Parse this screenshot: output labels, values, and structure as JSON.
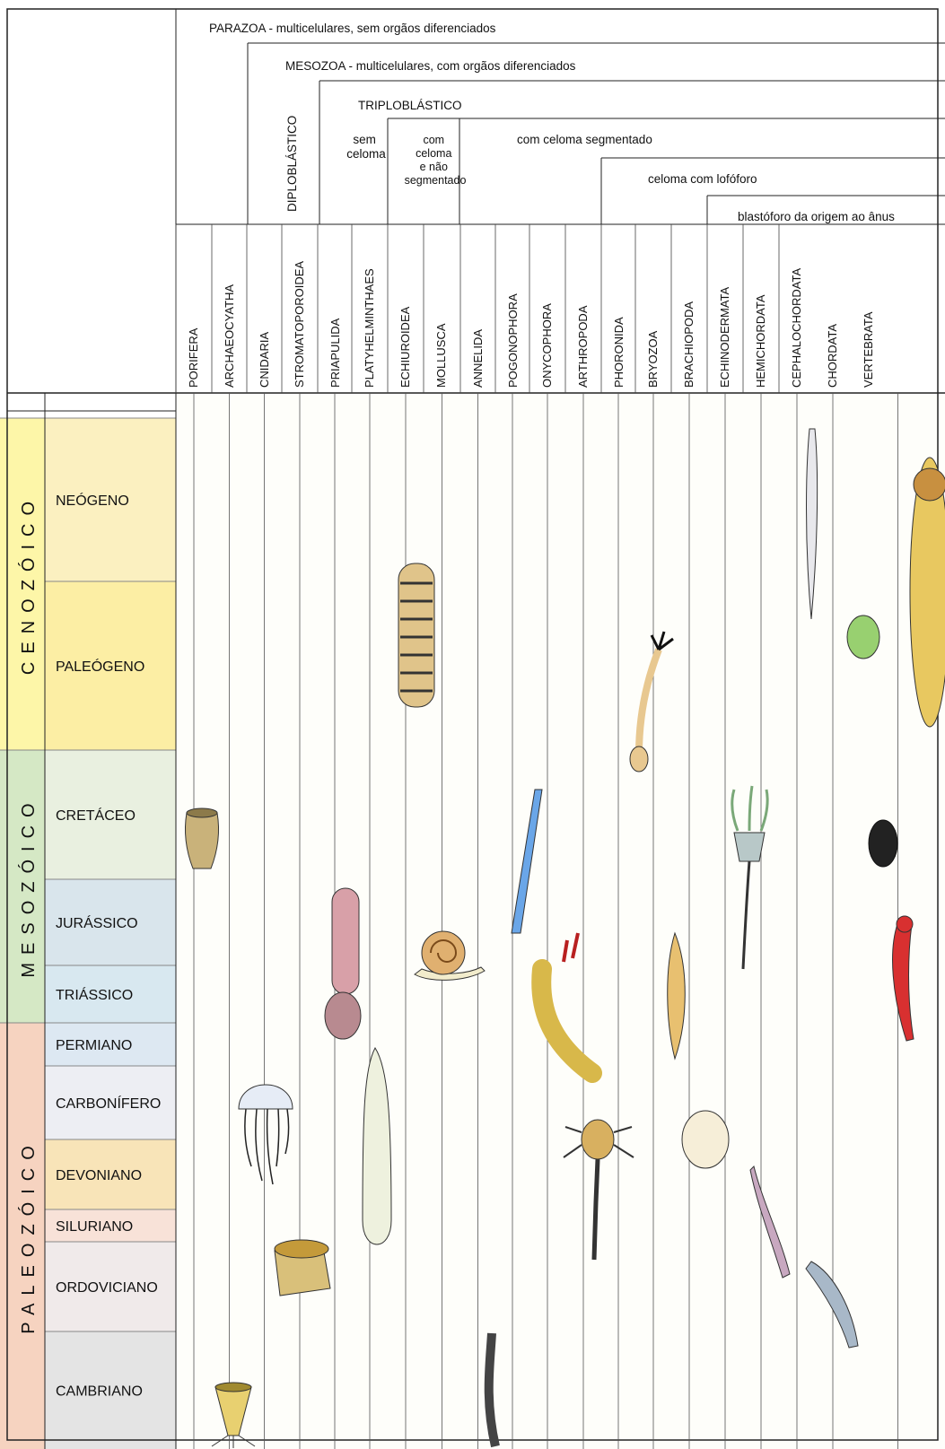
{
  "clades": {
    "parazoa": "PARAZOA  -  multicelulares, sem orgãos diferenciados",
    "mesozoa": "MESOZOA  -  multicelulares, com orgãos diferenciados",
    "diploblastico": "DIPLOBLÁSTICO",
    "triploblastico": "TRIPLOBLÁSTICO",
    "sem_celoma": [
      "sem",
      "celoma"
    ],
    "celoma_nao_segmentado": [
      "com",
      "celoma",
      "e não",
      "segmentado"
    ],
    "celoma_segmentado": "com celoma segmentado",
    "lofoforo": "celoma com lofóforo",
    "blastoforo": "blastóforo da origem ao ânus"
  },
  "phyla": [
    "PORIFERA",
    "ARCHAEOCYATHA",
    "CNIDARIA",
    "STROMATOPOROIDEA",
    "PRIAPULIDA",
    "PLATYHELMINTHAES",
    "ECHIUROIDEA",
    "MOLLUSCA",
    "ANNELIDA",
    "POGONOPHORA",
    "ONYCOPHORA",
    "ARTHROPODA",
    "PHORONIDA",
    "BRYOZOA",
    "BRACHIOPODA",
    "ECHINODERMATA",
    "HEMICHORDATA",
    "CEPHALOCHORDATA",
    "CHORDATA",
    "VERTEBRATA"
  ],
  "eras": [
    {
      "name": "CENOZÓICO",
      "color": "#fdf6a8"
    },
    {
      "name": "MESOZÓICO",
      "color": "#d5e8c5"
    },
    {
      "name": "PALEOZÓICO",
      "color": "#f6d3c0"
    }
  ],
  "periods": [
    {
      "name": "NEÓGENO",
      "color": "#fbf0c0"
    },
    {
      "name": "PALEÓGENO",
      "color": "#fceea4"
    },
    {
      "name": "CRETÁCEO",
      "color": "#e9f0e0"
    },
    {
      "name": "JURÁSSICO",
      "color": "#d9e5ec"
    },
    {
      "name": "TRIÁSSICO",
      "color": "#d8e8f0"
    },
    {
      "name": "PERMIANO",
      "color": "#dde8f2"
    },
    {
      "name": "CARBONÍFERO",
      "color": "#edeef3"
    },
    {
      "name": "DEVONIANO",
      "color": "#f8e4b8"
    },
    {
      "name": "SILURIANO",
      "color": "#f8e2d8"
    },
    {
      "name": "ORDOVICIANO",
      "color": "#f0eaea"
    },
    {
      "name": "CAMBRIANO",
      "color": "#e4e4e4"
    }
  ]
}
